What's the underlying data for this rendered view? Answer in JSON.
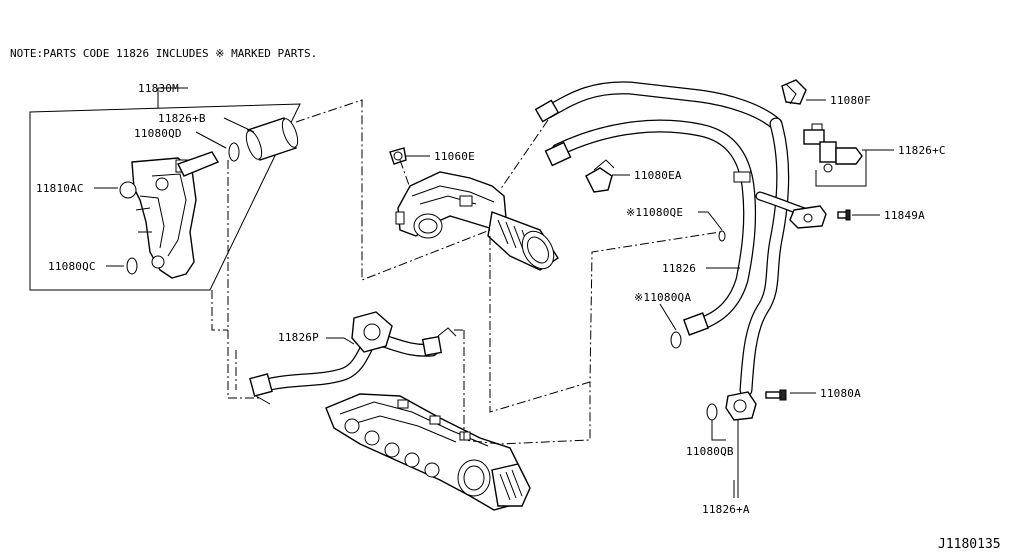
{
  "note": "NOTE:PARTS CODE 11826 INCLUDES ※ MARKED PARTS.",
  "diagram_code": "J1180135",
  "labels": {
    "p11830M": "11830M",
    "p11826B": "11826+B",
    "p11080QD": "11080QD",
    "p11810AC": "11810AC",
    "p11080QC": "11080QC",
    "p11060E": "11060E",
    "p11080EA": "11080EA",
    "p11080QE": "※11080QE",
    "p11826": "11826",
    "p11080QA": "※11080QA",
    "p11826P": "11826P",
    "p11080F": "11080F",
    "p11826C": "11826+C",
    "p11849A": "11849A",
    "p11080A": "11080A",
    "p11080QB": "11080QB",
    "p11826A": "11826+A"
  },
  "icons": [
    "oil-separator",
    "intake-duct",
    "pcv-hose",
    "intake-manifold",
    "pcv-valve",
    "clamp",
    "o-ring",
    "bolt",
    "connector"
  ]
}
